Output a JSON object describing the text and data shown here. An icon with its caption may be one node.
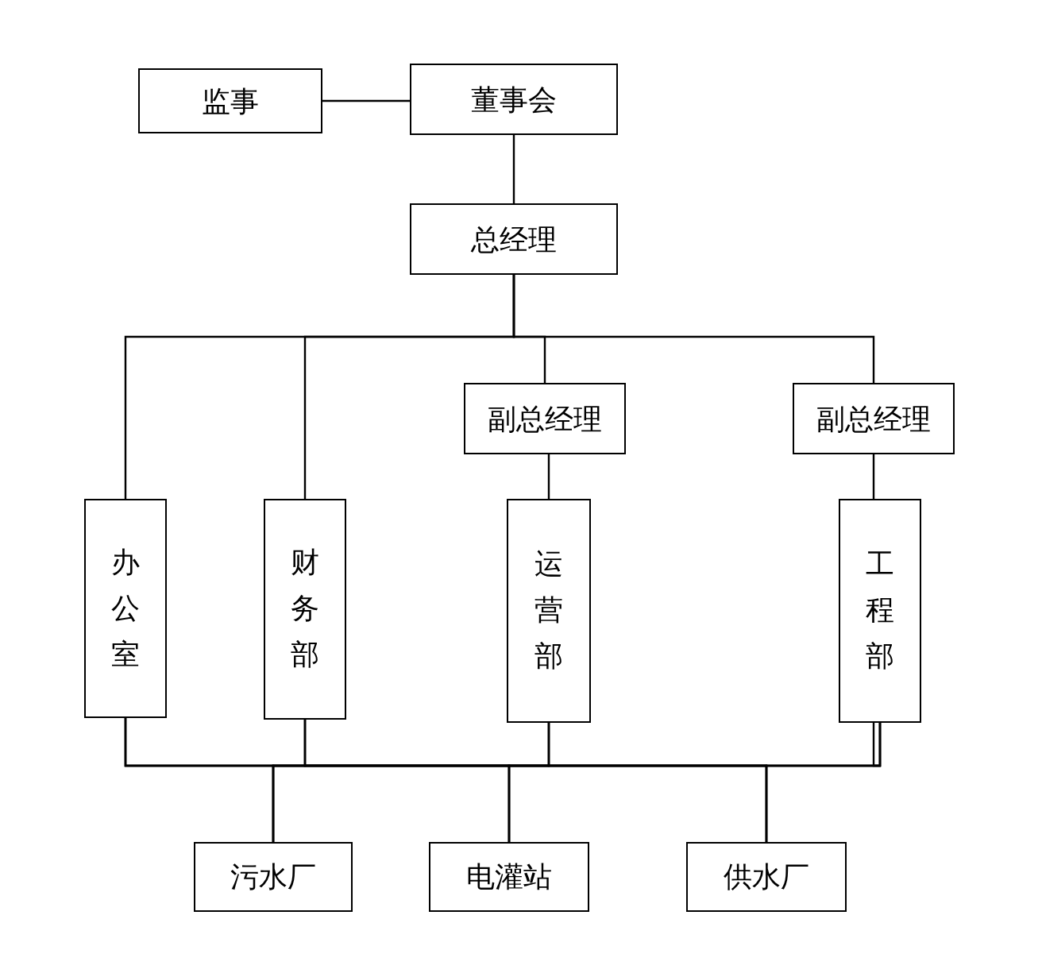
{
  "diagram": {
    "nodes": [
      {
        "text": [
          "监事"
        ]
      },
      {
        "text": [
          "董事会"
        ]
      },
      {
        "text": [
          "总经理"
        ]
      },
      {
        "text": [
          "副总经理"
        ]
      },
      {
        "text": [
          "副总经理"
        ]
      },
      {
        "text": [
          "办公室"
        ]
      },
      {
        "text": [
          "财务部"
        ]
      },
      {
        "text": [
          "运营部"
        ]
      },
      {
        "text": [
          "工程部"
        ]
      },
      {
        "text": [
          "污水厂"
        ]
      },
      {
        "text": [
          "电灌站"
        ]
      },
      {
        "text": [
          "供水厂"
        ]
      }
    ],
    "edges": [
      {
        "from": 0,
        "to": 1,
        "arrow": "none"
      },
      {
        "from": 1,
        "to": 2,
        "arrow": "none"
      },
      {
        "from": 2,
        "to": 5,
        "arrow": "none"
      },
      {
        "from": 2,
        "to": 6,
        "arrow": "none"
      },
      {
        "from": 2,
        "to": 3,
        "arrow": "none"
      },
      {
        "from": 2,
        "to": 4,
        "arrow": "none"
      },
      {
        "from": 3,
        "to": 7,
        "arrow": "none"
      },
      {
        "from": 4,
        "to": 8,
        "arrow": "none"
      },
      {
        "from": 5,
        "to": 9,
        "arrow": "none"
      },
      {
        "from": 5,
        "to": 10,
        "arrow": "none"
      },
      {
        "from": 5,
        "to": 11,
        "arrow": "none"
      },
      {
        "from": 6,
        "to": 9,
        "arrow": "none"
      },
      {
        "from": 6,
        "to": 10,
        "arrow": "none"
      },
      {
        "from": 6,
        "to": 11,
        "arrow": "none"
      },
      {
        "from": 7,
        "to": 9,
        "arrow": "none"
      },
      {
        "from": 7,
        "to": 10,
        "arrow": "none"
      },
      {
        "from": 7,
        "to": 11,
        "arrow": "none"
      },
      {
        "from": 8,
        "to": 9,
        "arrow": "none"
      },
      {
        "from": 8,
        "to": 10,
        "arrow": "none"
      },
      {
        "from": 8,
        "to": 11,
        "arrow": "none"
      }
    ]
  }
}
